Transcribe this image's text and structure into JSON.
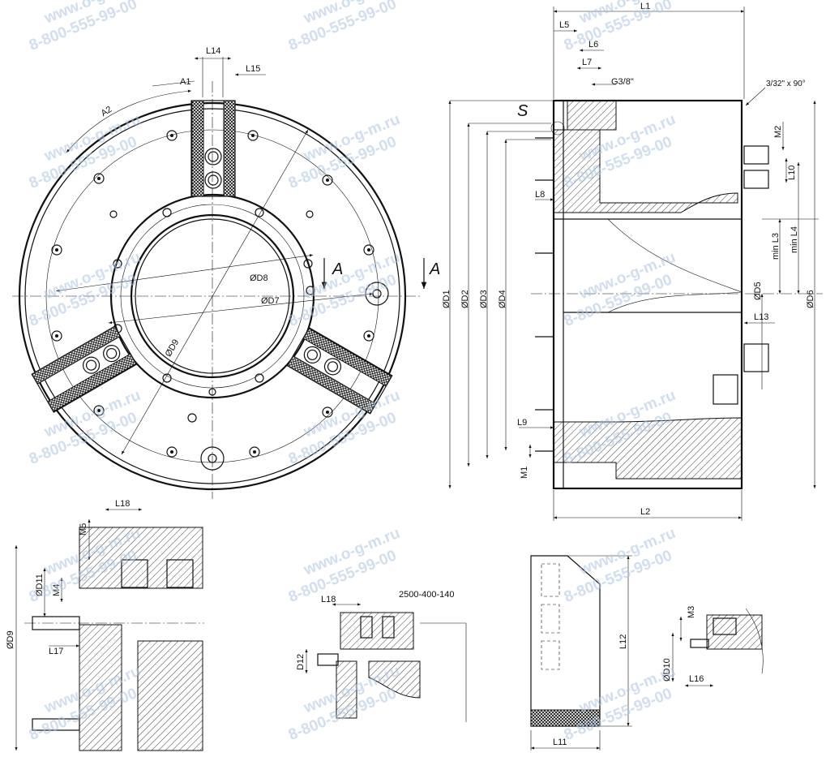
{
  "watermark": {
    "line1": "www.o-g-m.ru",
    "line2": "8-800-555-99-00",
    "color": "#a9c3e0"
  },
  "front_view": {
    "dims": {
      "A1": "A1",
      "A2": "A2",
      "L14": "L14",
      "L15": "L15",
      "D7": "ØD7",
      "D8": "ØD8",
      "D9": "ØD9"
    },
    "section_mark": "A"
  },
  "side_view": {
    "dims": {
      "L1": "L1",
      "L2": "L2",
      "L3": "min L3",
      "L4": "min L4",
      "L5": "L5",
      "L6": "L6",
      "L7": "L7",
      "L8": "L8",
      "L9": "L9",
      "L10": "L10",
      "L13": "L13",
      "M1": "M1",
      "M2": "M2",
      "G": "G3/8\"",
      "chamfer": "3/32\" x 90°",
      "D1": "ØD1",
      "D2": "ØD2",
      "D3": "ØD3",
      "D4": "ØD4",
      "D5": "ØD5",
      "D6": "ØD6"
    },
    "detail_mark": "S"
  },
  "detail_left": {
    "dims": {
      "L17": "L17",
      "L18": "L18",
      "M4": "M4",
      "M5": "M5",
      "D9": "ØD9",
      "D11": "ØD11"
    }
  },
  "detail_mid": {
    "model": "2500-400-140",
    "dims": {
      "L18": "L18",
      "D12": "D12"
    }
  },
  "detail_jaw": {
    "dims": {
      "L11": "L11",
      "L12": "L12"
    }
  },
  "detail_right": {
    "dims": {
      "M3": "M3",
      "D10": "ØD10",
      "L16": "L16"
    }
  }
}
